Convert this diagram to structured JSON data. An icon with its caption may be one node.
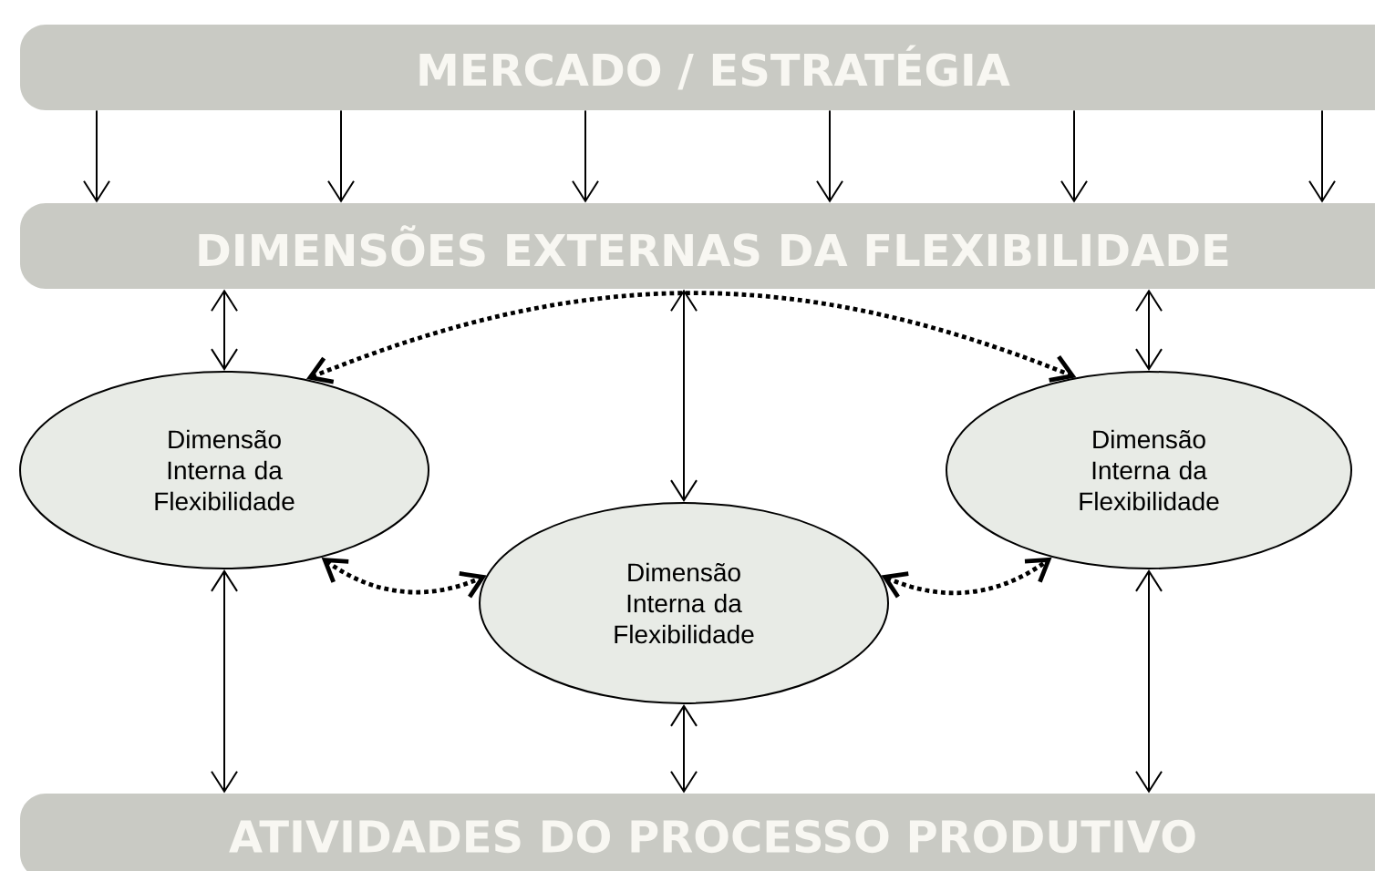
{
  "diagram": {
    "nodes": [
      {
        "text": [
          "MERCADO / ESTRATÉGIA"
        ]
      },
      {
        "text": [
          "DIMENSÕES EXTERNAS DA FLEXIBILIDADE"
        ]
      },
      {
        "text": [
          "Dimensão Interna da Flexibilidade"
        ]
      },
      {
        "text": [
          "Dimensão Interna da Flexibilidade"
        ]
      },
      {
        "text": [
          "Dimensão Interna da Flexibilidade"
        ]
      },
      {
        "text": [
          "ATIVIDADES DO PROCESSO PRODUTIVO"
        ]
      }
    ],
    "edges": [
      {
        "from": 0,
        "to": 1,
        "arrow": "to"
      },
      {
        "from": 0,
        "to": 1,
        "arrow": "to"
      },
      {
        "from": 0,
        "to": 1,
        "arrow": "to"
      },
      {
        "from": 0,
        "to": 1,
        "arrow": "to"
      },
      {
        "from": 0,
        "to": 1,
        "arrow": "to"
      },
      {
        "from": 0,
        "to": 1,
        "arrow": "to"
      },
      {
        "from": 1,
        "to": 2,
        "arrow": "both"
      },
      {
        "from": 1,
        "to": 3,
        "arrow": "both"
      },
      {
        "from": 1,
        "to": 4,
        "arrow": "both"
      },
      {
        "from": 2,
        "to": 4,
        "arrow": "both",
        "style": "dashed"
      },
      {
        "from": 2,
        "to": 3,
        "arrow": "both",
        "style": "dashed"
      },
      {
        "from": 3,
        "to": 4,
        "arrow": "both",
        "style": "dashed"
      },
      {
        "from": 2,
        "to": 5,
        "arrow": "both"
      },
      {
        "from": 3,
        "to": 5,
        "arrow": "both"
      },
      {
        "from": 4,
        "to": 5,
        "arrow": "both"
      }
    ]
  }
}
